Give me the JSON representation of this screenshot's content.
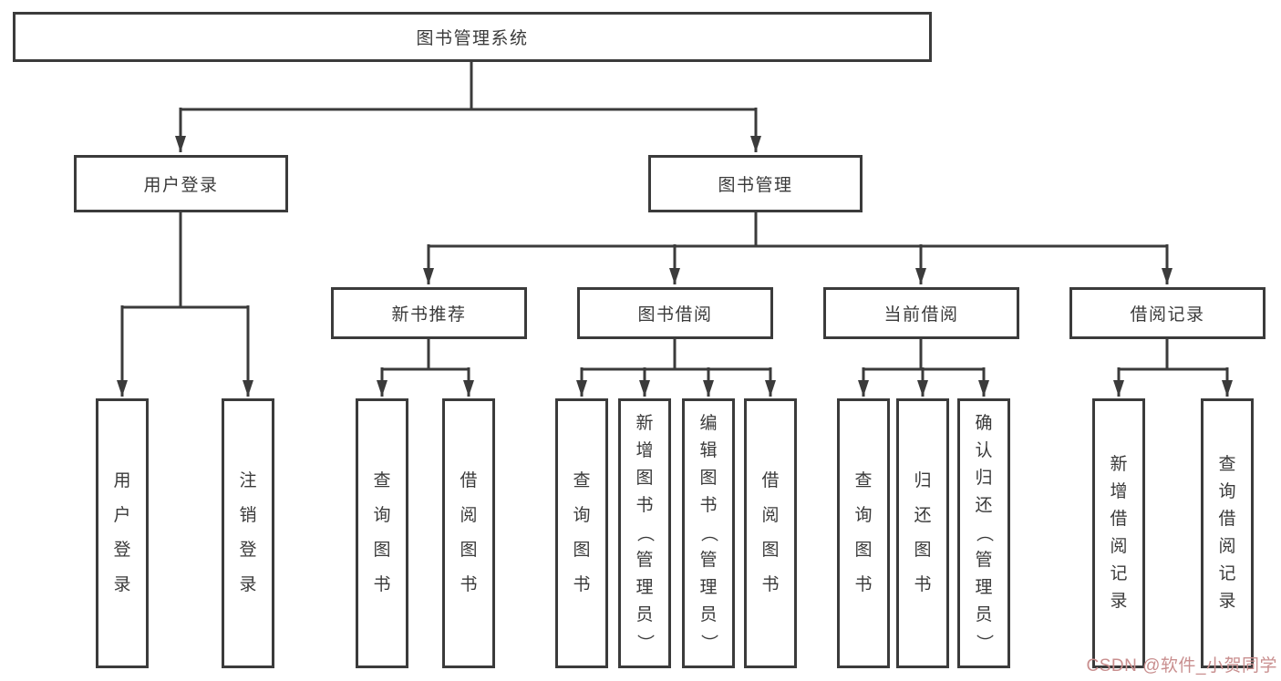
{
  "nodes": {
    "root": {
      "label": "图书管理系统"
    },
    "level2": [
      {
        "label": "用户登录"
      },
      {
        "label": "图书管理"
      }
    ],
    "level3": [
      {
        "label": "新书推荐",
        "parent": "图书管理"
      },
      {
        "label": "图书借阅",
        "parent": "图书管理"
      },
      {
        "label": "当前借阅",
        "parent": "图书管理"
      },
      {
        "label": "借阅记录",
        "parent": "图书管理"
      }
    ],
    "leaves": [
      {
        "label": "用户登录",
        "parent": "用户登录"
      },
      {
        "label": "注销登录",
        "parent": "用户登录"
      },
      {
        "label": "查询图书",
        "parent": "新书推荐"
      },
      {
        "label": "借阅图书",
        "parent": "新书推荐"
      },
      {
        "label": "查询图书",
        "parent": "图书借阅"
      },
      {
        "label": "新增图书（管理员）",
        "parent": "图书借阅"
      },
      {
        "label": "编辑图书（管理员）",
        "parent": "图书借阅"
      },
      {
        "label": "借阅图书",
        "parent": "图书借阅"
      },
      {
        "label": "查询图书",
        "parent": "当前借阅"
      },
      {
        "label": "归还图书",
        "parent": "当前借阅"
      },
      {
        "label": "确认归还（管理员）",
        "parent": "当前借阅"
      },
      {
        "label": "新增借阅记录",
        "parent": "借阅记录"
      },
      {
        "label": "查询借阅记录",
        "parent": "借阅记录"
      }
    ]
  },
  "watermark": {
    "text": "CSDN @软件_小贺同学"
  },
  "colors": {
    "line": "#3b3b3b",
    "text": "#3a3a3a",
    "background": "#ffffff",
    "watermark": "#c98f8f"
  }
}
